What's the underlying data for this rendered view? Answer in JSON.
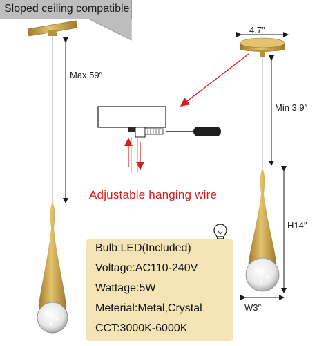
{
  "banner": {
    "text": "Sloped ceiling compatible",
    "color": "#bdbdbd"
  },
  "dimensions": {
    "max_length": "Max 59″",
    "min_length": "Min 3.9″",
    "canopy_width": "4.7″",
    "shade_height": "H14″",
    "shade_width": "W3″"
  },
  "callout": {
    "title": "Adjustable hanging wire",
    "color": "#d21f1f"
  },
  "specs": {
    "panel_color": "#f4e4b6",
    "icon": "light-bulb-icon",
    "lines": [
      "Bulb:LED(Included)",
      "Voltage:AC110-240V",
      "Wattage:5W",
      "Meterial:Metal,Crystal",
      "CCT:3000K-6000K"
    ]
  },
  "colors": {
    "brass": "#c9a24a",
    "brass_dark": "#9c7a2c",
    "arrow_red": "#d21f1f"
  }
}
